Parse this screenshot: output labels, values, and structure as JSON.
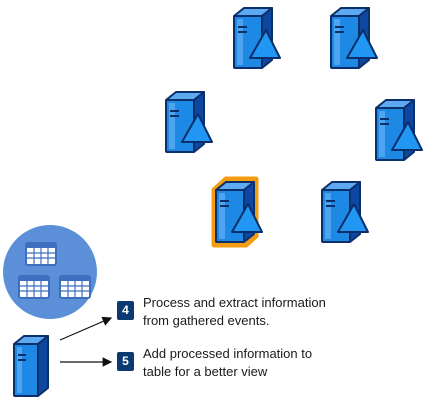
{
  "steps": [
    {
      "number": "4",
      "line1": "Process and extract information",
      "line2": "from gathered events."
    },
    {
      "number": "5",
      "line1": "Add processed information to",
      "line2": "table for a better view"
    }
  ],
  "icons": {
    "server": "server-icon",
    "selected_server": "selected-server-icon",
    "table": "table-icon",
    "arrow": "arrow-icon"
  },
  "colors": {
    "server_front": "#1e88e5",
    "server_side": "#0d47a1",
    "server_outline": "#0b2f6b",
    "highlight": "#f39c12",
    "circle": "#5b8fd8",
    "table_fill": "#ffffff",
    "table_grid": "#3e6fbf",
    "badge": "#0b3a73"
  }
}
